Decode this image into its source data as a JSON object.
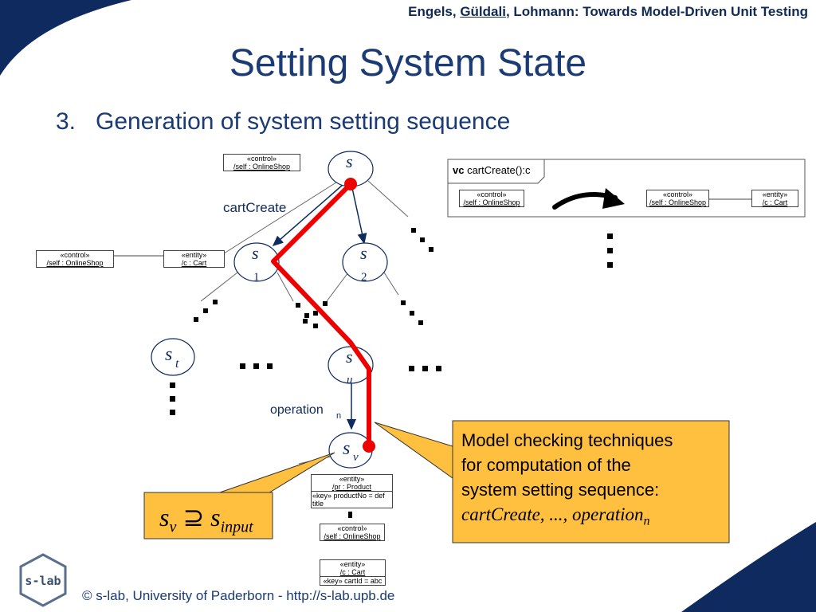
{
  "header": {
    "authors_pre": "Engels, ",
    "author_underlined": "Güldali",
    "authors_post": ", Lohmann: Towards Model-Driven Unit Testing"
  },
  "slide": {
    "title": "Setting System State",
    "point_number": "3.",
    "point_text": "Generation of system setting sequence"
  },
  "diagram": {
    "nodes": {
      "s": "s",
      "s1_main": "s",
      "s1_sub": "1",
      "s2_main": "s",
      "s2_sub": "2",
      "st_main": "s",
      "st_sub": "t",
      "su_main": "s",
      "su_sub": "u",
      "sv_main": "s",
      "sv_sub": "v"
    },
    "edge_labels": {
      "cart_create": "cartCreate",
      "operation_main": "operation",
      "operation_sub": "n"
    },
    "ellipsis": "..."
  },
  "uml": {
    "top_control": {
      "stereotype": "«control»",
      "name": "/self : OnlineShop"
    },
    "left_control": {
      "stereotype": "«control»",
      "name": "/self : OnlineShop"
    },
    "left_entity": {
      "stereotype": "«entity»",
      "name": "/c : Cart"
    },
    "product_entity": {
      "stereotype": "«entity»",
      "name": "/pr : Product",
      "attr1": "«key» productNo = def",
      "attr2": "title"
    },
    "bottom_control": {
      "stereotype": "«control»",
      "name": "/self : OnlineShop"
    },
    "cart_entity": {
      "stereotype": "«entity»",
      "name": "/c : Cart",
      "attr": "«key» cartId = abc"
    }
  },
  "vc_frame": {
    "title_bold": "vc",
    "title_rest": " cartCreate():c",
    "before_control": {
      "stereotype": "«control»",
      "name": "/self : OnlineShop"
    },
    "after_control": {
      "stereotype": "«control»",
      "name": "/self : OnlineShop"
    },
    "after_entity": {
      "stereotype": "«entity»",
      "name": "/c : Cart"
    }
  },
  "callout": {
    "line1": "Model checking techniques",
    "line2": "for computation of the",
    "line3": "system setting sequence:",
    "sequence": "cartCreate, ..., operation",
    "sequence_sub": "n"
  },
  "formula": {
    "left_main": "s",
    "left_sub": "v",
    "operator": " ⊇ ",
    "right_main": "s",
    "right_sub": "input"
  },
  "footer": {
    "text": "© s-lab, University of Paderborn  - http://s-lab.upb.de",
    "logo": "s-lab"
  },
  "colors": {
    "title": "#1a3b73",
    "navy": "#0e2a5e",
    "path_red": "#ee0000",
    "callout_fill": "#ffc040"
  }
}
